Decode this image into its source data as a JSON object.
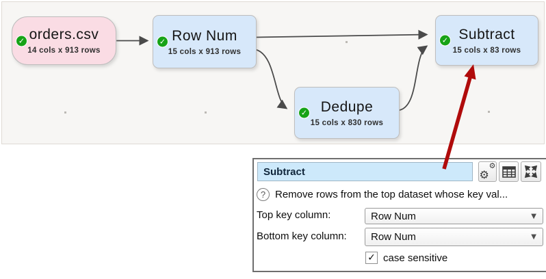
{
  "colors": {
    "canvas_bg": "#f7f6f4",
    "source_node_fill": "#fadce4",
    "transform_node_fill": "#d7e8fa",
    "node_border": "#bdbdbd",
    "status_green": "#17a317",
    "edge_stroke": "#4a4a4a",
    "annotation_red": "#b00b0b",
    "panel_title_bg": "#cde9fb"
  },
  "icons": {
    "node_status_check": "✓",
    "checkbox_check": "✓",
    "help": "?",
    "dropdown_caret": "▼",
    "settings_gear": "⚙"
  },
  "flow": {
    "nodes": [
      {
        "title": "orders.csv",
        "subtitle": "14 cols x 913 rows",
        "type": "source"
      },
      {
        "title": "Row Num",
        "subtitle": "15 cols x 913 rows",
        "type": "transform"
      },
      {
        "title": "Dedupe",
        "subtitle": "15 cols x 830 rows",
        "type": "transform"
      },
      {
        "title": "Subtract",
        "subtitle": "15 cols x 83 rows",
        "type": "transform"
      }
    ]
  },
  "panel": {
    "title_value": "Subtract",
    "description": "Remove rows from the top dataset whose key val...",
    "fields": [
      {
        "label": "Top key column:",
        "value": "Row Num"
      },
      {
        "label": "Bottom key column:",
        "value": "Row Num"
      }
    ],
    "checkbox": {
      "label": "case sensitive",
      "checked": true
    }
  }
}
